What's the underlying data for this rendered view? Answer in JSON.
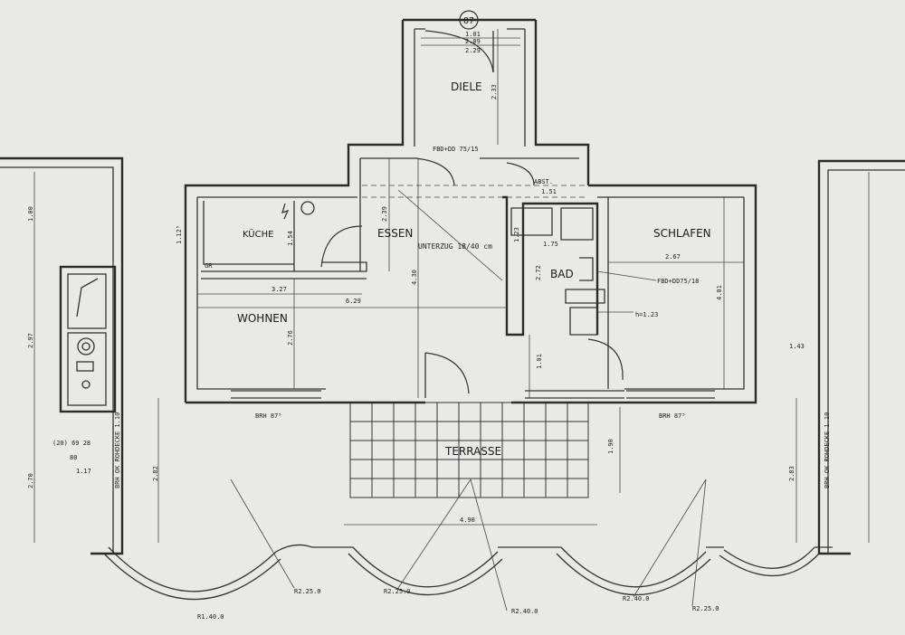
{
  "plan": {
    "plot_number": "87",
    "rooms": {
      "diele": "DIELE",
      "kueche": "KÜCHE",
      "essen": "ESSEN",
      "wohnen": "WOHNEN",
      "bad": "BAD",
      "schlafen": "SCHLAFEN",
      "terrasse": "TERRASSE"
    },
    "annotations": {
      "unterzug": "UNTERZUG 18/40 cm",
      "fbd_diele": "FBD+DD 75/15",
      "fbd_bad": "FBD+DD75/18",
      "abst": "ABST.",
      "h_bad": "h=1.23",
      "brh_left": "BRH 87⁵",
      "brh_right": "BRH 87⁵",
      "brh_ok_left": "BRH OK ROHDECKE 1.10",
      "brh_ok_right": "BRH OK ROHDECKE 1.10"
    },
    "dimensions": {
      "d_101": "1.01",
      "d_209": "2.09",
      "d_229": "2.29",
      "d_233": "2.33",
      "d_151": "1.51",
      "d_239": "2.39",
      "d_154": "1.54",
      "d_327": "3.27",
      "d_629": "6.29",
      "d_276": "2.76",
      "d_430": "4.30",
      "d_267": "2.67",
      "d_401": "4.01",
      "d_272": "2.72",
      "d_175": "1.75",
      "d_123": "1.23",
      "d_190": "1.90",
      "d_490": "4.90",
      "d_282": "2.82",
      "d_283": "2.83",
      "d_143": "1.43",
      "d_117": "1.17",
      "d_80": "80",
      "d_270": "2.70",
      "d_297": "2.97",
      "d_100": "1.00",
      "d_112": "1.12⁵",
      "d_001": "1.01",
      "d_box": "(20) 69 28"
    },
    "radii": {
      "r1": "R2.25.0",
      "r2": "R2.25.0",
      "r3": "R2.40.0",
      "r4": "R2.40.0",
      "r5": "R2.25.0",
      "r6": "R1.40.0"
    },
    "gr_tag": "GR"
  }
}
